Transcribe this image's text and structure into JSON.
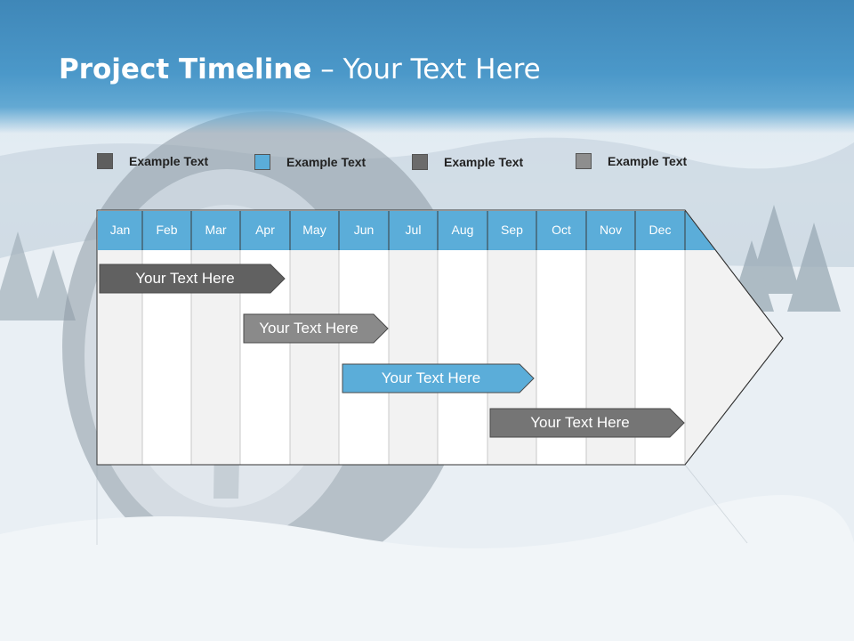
{
  "title": {
    "bold": "Project Timeline",
    "rest": " – Your Text Here"
  },
  "colors": {
    "header": "#4b98c9",
    "month_bar": "#5badd9",
    "task_dark": "#616161",
    "task_gray": "#8a8a8a",
    "task_blue": "#5badd9",
    "task_mid": "#757575"
  },
  "legend": [
    {
      "label": "Example Text",
      "color": "#5e5e5e"
    },
    {
      "label": "Example Text",
      "color": "#5badd9"
    },
    {
      "label": "Example Text",
      "color": "#6b6b6b"
    },
    {
      "label": "Example Text",
      "color": "#8e8e8e"
    }
  ],
  "months": [
    "Jan",
    "Feb",
    "Mar",
    "Apr",
    "May",
    "Jun",
    "Jul",
    "Aug",
    "Sep",
    "Oct",
    "Nov",
    "Dec"
  ],
  "tasks": [
    {
      "label": "Your  Text Here",
      "color": "#616161"
    },
    {
      "label": "Your  Text Here",
      "color": "#8a8a8a"
    },
    {
      "label": "Your  Text Here",
      "color": "#5badd9"
    },
    {
      "label": "Your  Text Here",
      "color": "#757575"
    }
  ]
}
